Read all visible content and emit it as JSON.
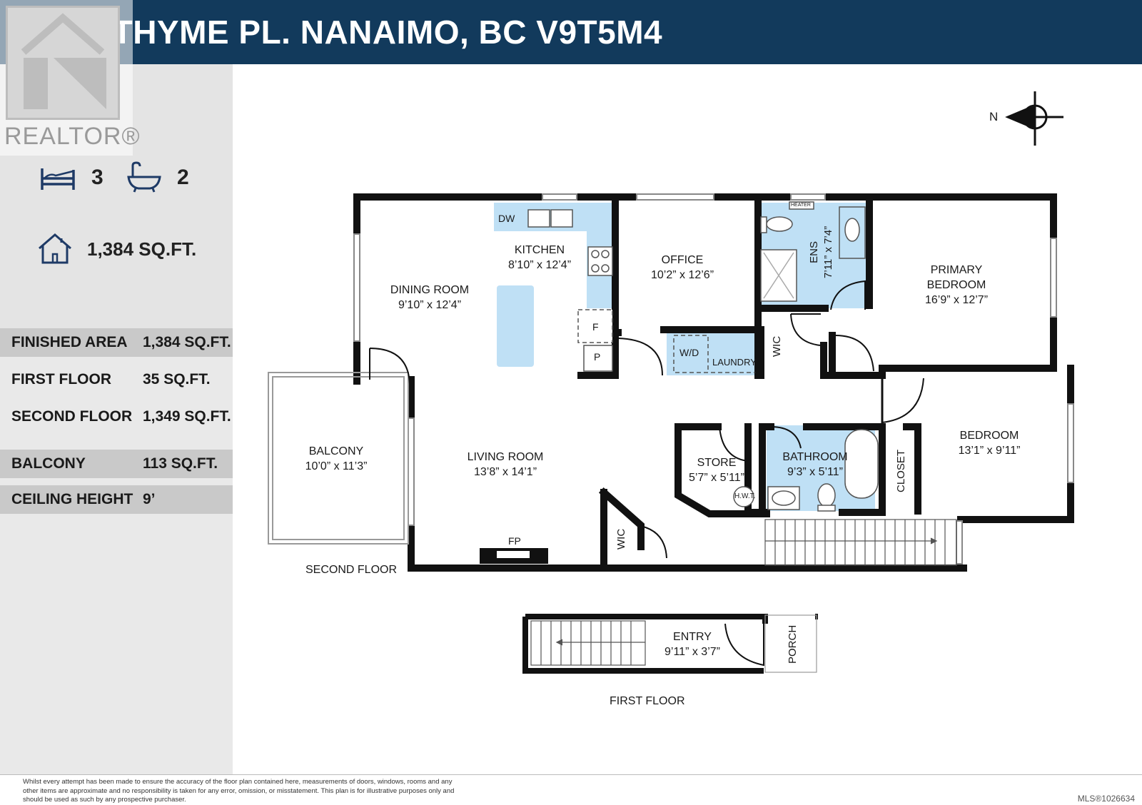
{
  "header": {
    "title": "6103 THYME PL. NANAIMO, BC V9T5M4"
  },
  "logo": {
    "text": "REALTOR®"
  },
  "features": {
    "beds": "3",
    "baths": "2",
    "area": "1,384 SQ.FT."
  },
  "specs": [
    {
      "label": "FINISHED AREA",
      "value": "1,384 SQ.FT."
    },
    {
      "label": "FIRST FLOOR",
      "value": "35 SQ.FT."
    },
    {
      "label": "SECOND FLOOR",
      "value": "1,349 SQ.FT."
    },
    {
      "label": "BALCONY",
      "value": "113 SQ.FT."
    },
    {
      "label": "CEILING HEIGHT",
      "value": "9’"
    }
  ],
  "compass": {
    "label": "N"
  },
  "rooms": {
    "kitchen": {
      "name": "KITCHEN",
      "size": "8’10” x 12’4”"
    },
    "dining": {
      "name": "DINING ROOM",
      "size": "9’10” x 12’4”"
    },
    "office": {
      "name": "OFFICE",
      "size": "10’2” x 12’6”"
    },
    "ens": {
      "name": "ENS",
      "size": "7’11” x 7’4”"
    },
    "primary": {
      "name1": "PRIMARY",
      "name2": "BEDROOM",
      "size": "16’9” x 12’7”"
    },
    "balcony": {
      "name": "BALCONY",
      "size": "10’0” x 11’3”"
    },
    "living": {
      "name": "LIVING ROOM",
      "size": "13’8” x 14’1”"
    },
    "store": {
      "name": "STORE",
      "size": "5’7” x 5’11”"
    },
    "bathroom": {
      "name": "BATHROOM",
      "size": "9’3” x 5’11”"
    },
    "bedroom": {
      "name": "BEDROOM",
      "size": "13’1” x 9’11”"
    },
    "entry": {
      "name": "ENTRY",
      "size": "9’11” x 3’7”"
    }
  },
  "fixtures": {
    "dw": "DW",
    "f": "F",
    "p": "P",
    "wd": "W/D",
    "laundry": "LAUNDRY",
    "wic": "WIC",
    "closet": "CLOSET",
    "hwt": "H.W.T.",
    "fp": "FP",
    "heater": "HEATER",
    "porch": "PORCH"
  },
  "floors": {
    "second": "SECOND FLOOR",
    "first": "FIRST FLOOR"
  },
  "footer": {
    "disclaimer": "Whilst every attempt has been made to ensure the accuracy of the floor plan contained here, measurements of doors, windows, rooms and any other items are approximate and no responsibility is taken for any error, omission, or misstatement. This plan is for illustrative purposes only and should be used as such by any prospective purchaser.",
    "mls": "MLS®1026634"
  }
}
